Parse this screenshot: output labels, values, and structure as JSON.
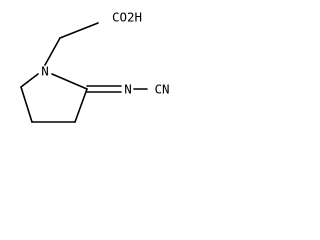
{
  "molecule": {
    "acid_group_label": "CO2H",
    "ring_nitrogen_label": "N",
    "imine_nitrogen_label": "N",
    "nitrile_label": "CN"
  },
  "colors": {
    "bond": "#000000",
    "label": "#000000",
    "background": "#ffffff"
  }
}
